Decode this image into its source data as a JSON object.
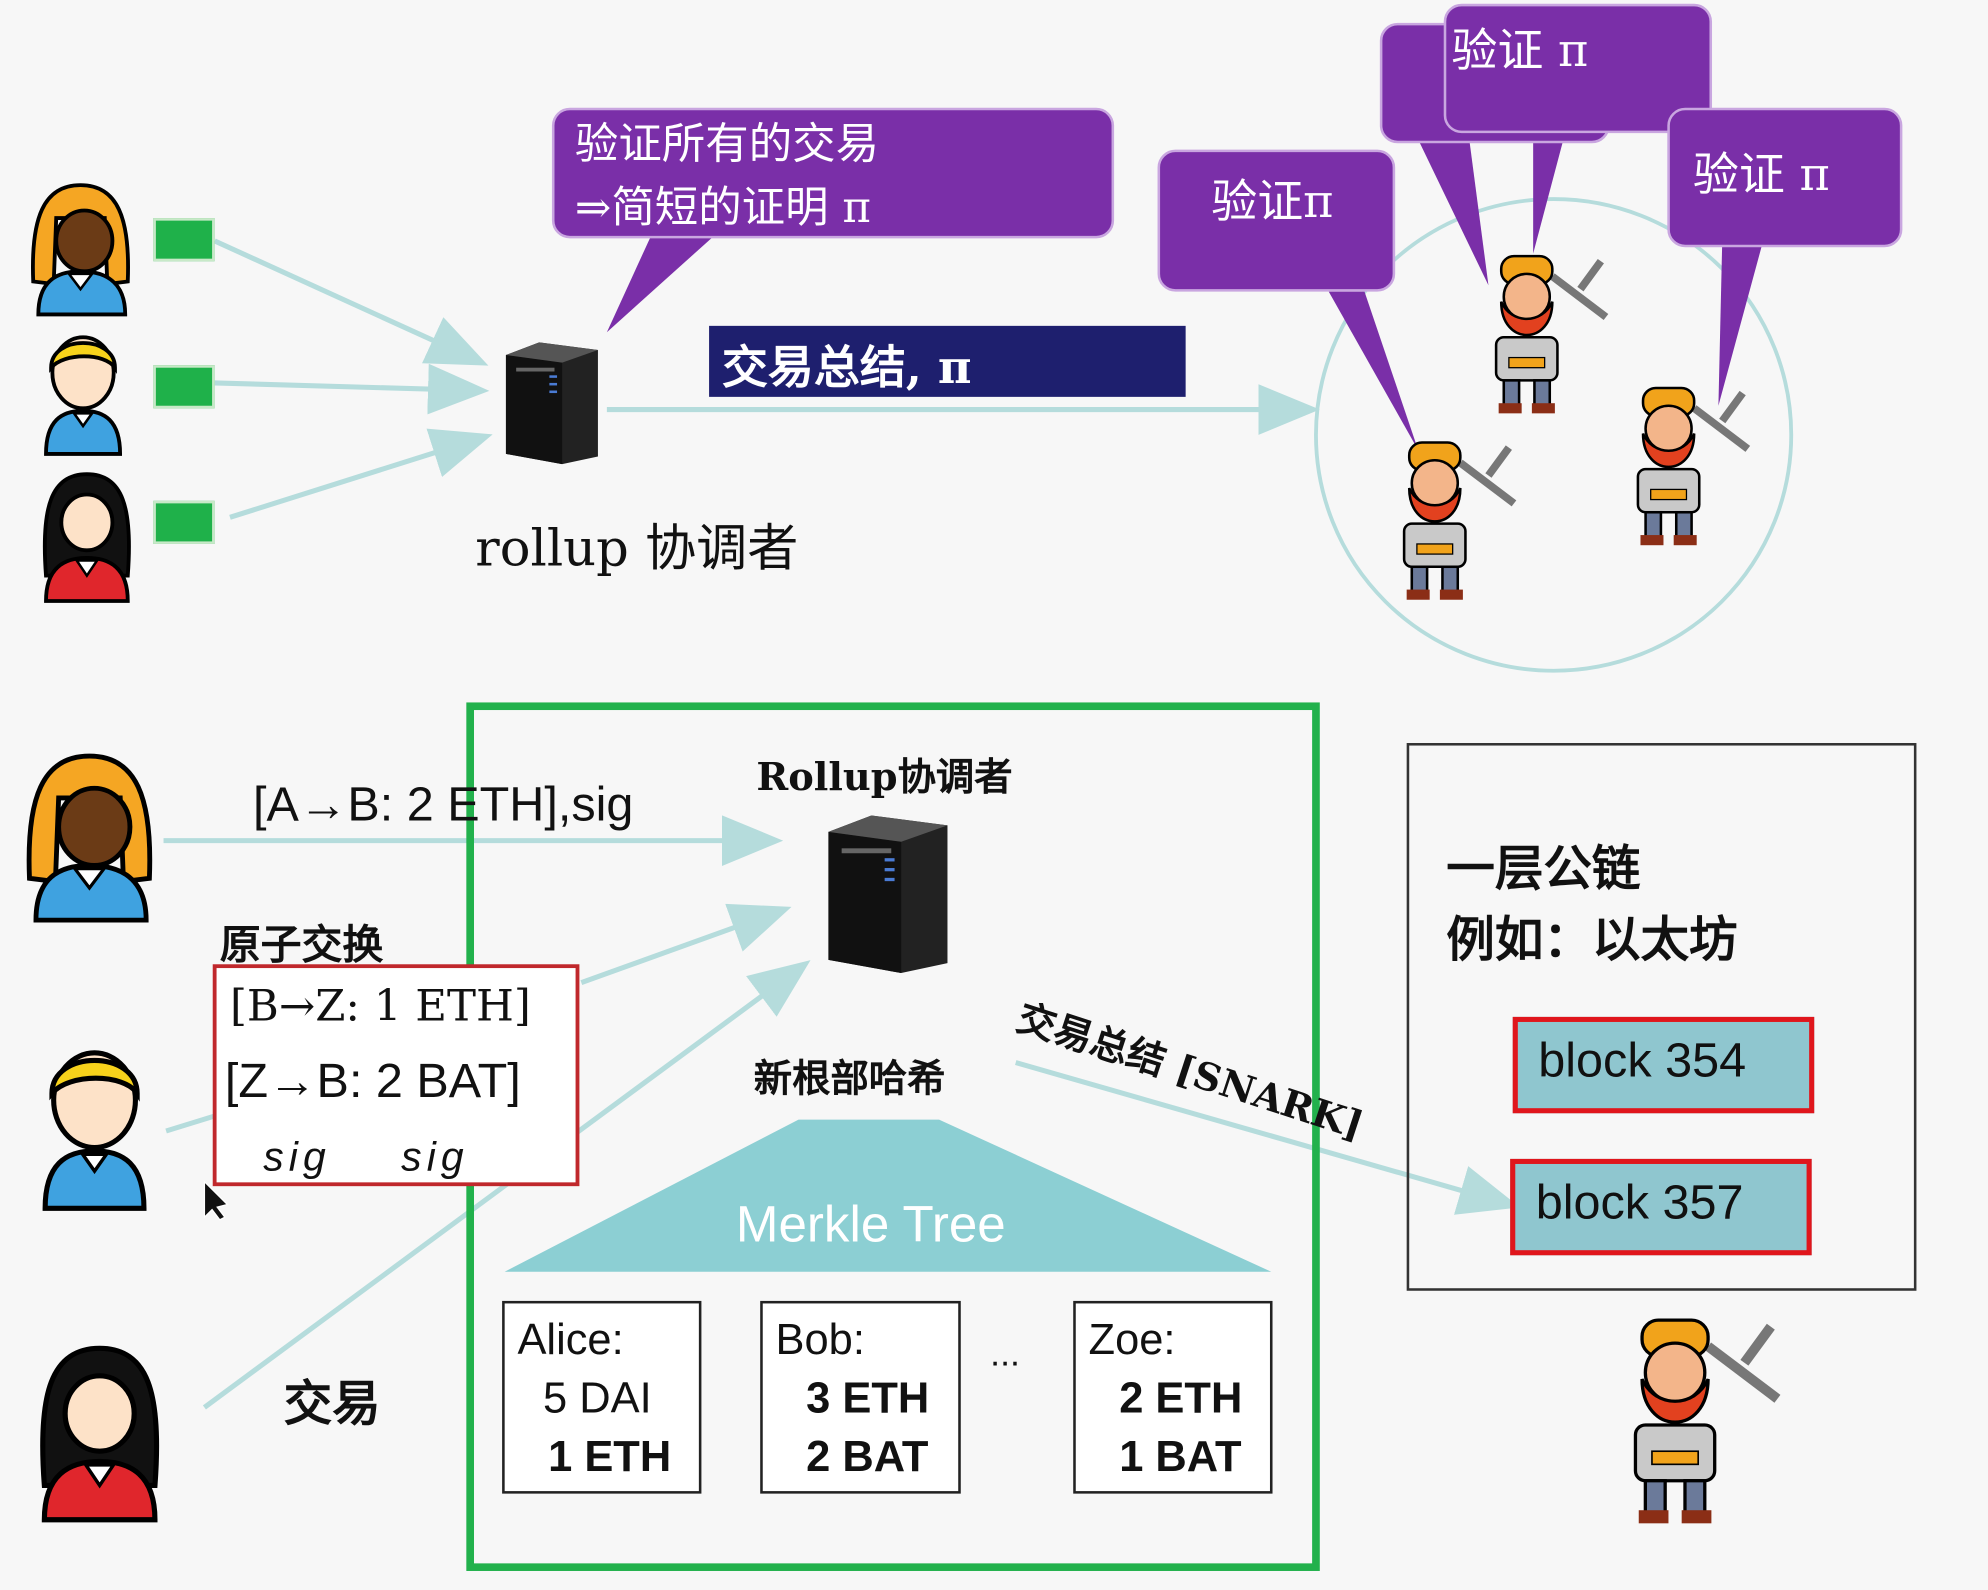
{
  "top": {
    "coordinator_bubble": {
      "line1": "验证所有的交易",
      "line2": "⇒简短的证明 π"
    },
    "summary_bar": "交易总结, π",
    "coordinator_label": "rollup  协调者",
    "verify_bubbles": [
      "验证π",
      "验证 π",
      "验证 π"
    ]
  },
  "bottom": {
    "coordinator_title": "Rollup协调者",
    "tx_alice": "[A→B:   2 ETH],sig",
    "atomic_swap": {
      "title": "原子交换",
      "line1": "[B→Z:   1 ETH]",
      "line2": "[Z→B:   2 BAT]",
      "sig1": "sig",
      "sig2": "sig"
    },
    "new_root_hash": "新根部哈希",
    "summary_label": "交易总结 [SNARK]",
    "tx_label": "交易",
    "merkle_label": "Merkle Tree",
    "accounts": [
      {
        "name": "Alice:",
        "v1": "5 DAI",
        "v2": "1 ETH"
      },
      {
        "name": "Bob:",
        "v1": "3 ETH",
        "v2": "2 BAT"
      },
      {
        "name": "Zoe:",
        "v1": "2 ETH",
        "v2": "1 BAT"
      }
    ],
    "ellipsis": "...",
    "l1": {
      "line1": "一层公链",
      "line2": "例如：以太坊"
    },
    "blocks": [
      "block 354",
      "block 357"
    ]
  },
  "colors": {
    "callout": "#7a2fa8",
    "summary_bar": "#1e1f6e",
    "rollup_box": "#22b14c",
    "block_border": "#e0161c",
    "block_fill": "#8fc6cf",
    "token": "#1fb14a"
  }
}
